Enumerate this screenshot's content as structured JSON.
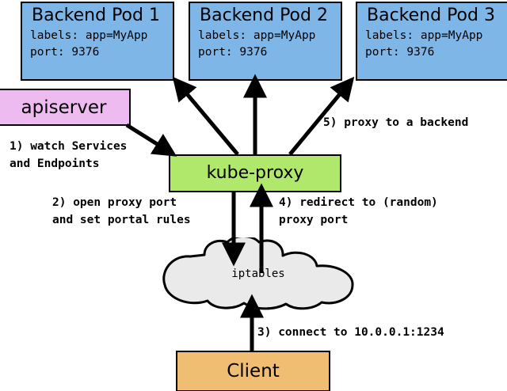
{
  "diagram": {
    "title": "kube-proxy service proxying flow",
    "colors": {
      "pod": "#7EB6E8",
      "apiserver": "#EEBBF0",
      "kube_proxy": "#B0E86C",
      "client": "#EFBE72",
      "cloud": "#EAEAEA",
      "stroke": "#000000",
      "background": "#FFFFFF"
    }
  },
  "pods": [
    {
      "title": "Backend Pod 1",
      "labels_line": "labels: app=MyApp",
      "port_line": "port: 9376"
    },
    {
      "title": "Backend Pod 2",
      "labels_line": "labels: app=MyApp",
      "port_line": "port: 9376"
    },
    {
      "title": "Backend Pod 3",
      "labels_line": "labels: app=MyApp",
      "port_line": "port: 9376"
    }
  ],
  "nodes": {
    "apiserver": {
      "title": "apiserver"
    },
    "kube_proxy": {
      "title": "kube-proxy"
    },
    "iptables": {
      "title": "iptables"
    },
    "client": {
      "title": "Client"
    }
  },
  "annotations": [
    {
      "id": "step1",
      "text": "1) watch Services\nand Endpoints"
    },
    {
      "id": "step2",
      "text": "2) open proxy port\nand set portal rules"
    },
    {
      "id": "step3",
      "text": "3) connect to 10.0.0.1:1234"
    },
    {
      "id": "step4",
      "text": "4) redirect to (random)\nproxy port"
    },
    {
      "id": "step5",
      "text": "5) proxy to a backend"
    }
  ]
}
